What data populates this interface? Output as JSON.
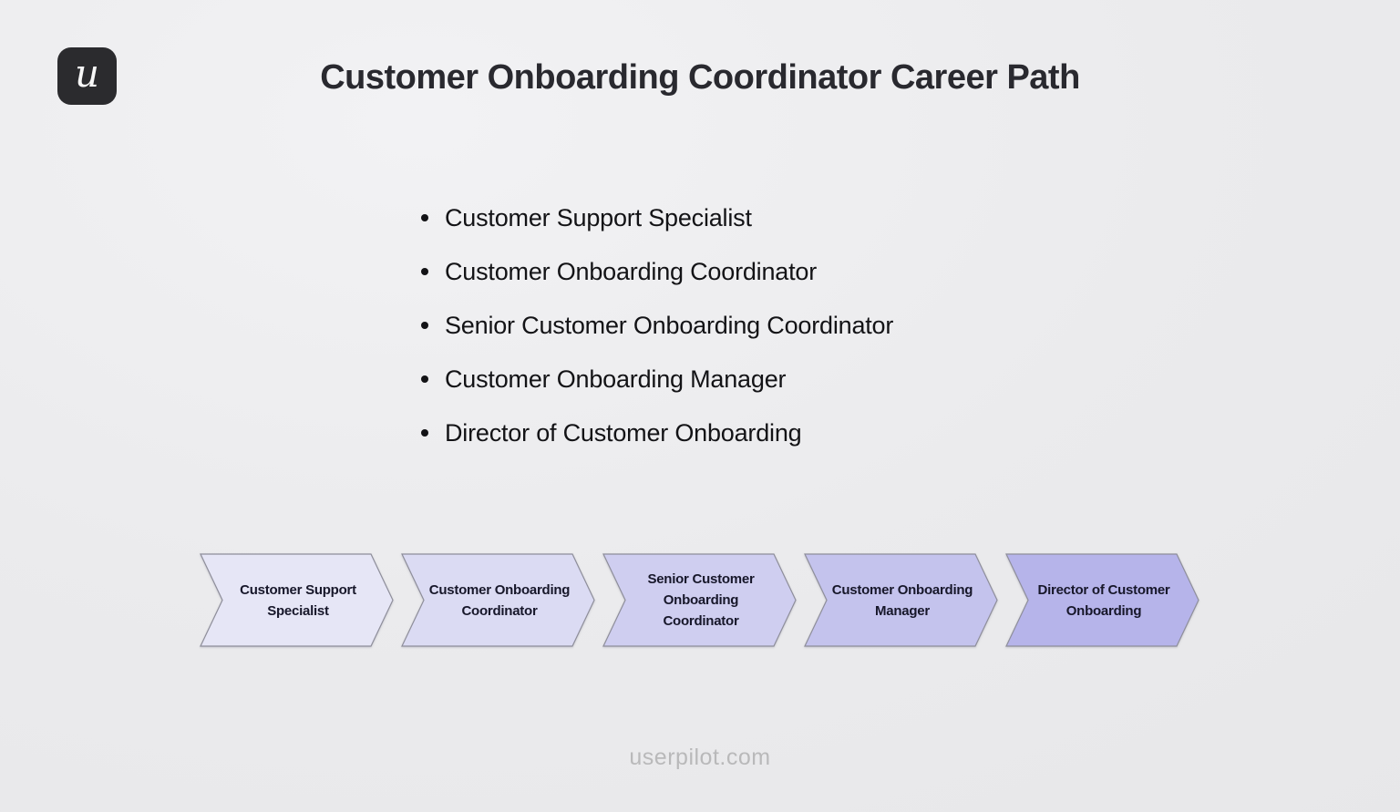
{
  "logo": {
    "letter": "u"
  },
  "header": {
    "title": "Customer Onboarding Coordinator Career Path"
  },
  "career_list": {
    "items": [
      "Customer Support Specialist",
      "Customer Onboarding Coordinator",
      "Senior Customer Onboarding Coordinator",
      "Customer Onboarding Manager",
      "Director of Customer Onboarding"
    ]
  },
  "chevron_flow": {
    "steps": [
      {
        "label": "Customer Support\nSpecialist",
        "color": "#e6e6f6"
      },
      {
        "label": "Customer Onboarding\nCoordinator",
        "color": "#dbdbf3"
      },
      {
        "label": "Senior Customer\nOnboarding\nCoordinator",
        "color": "#cfcef0"
      },
      {
        "label": "Customer Onboarding\nManager",
        "color": "#c4c3ed"
      },
      {
        "label": "Director of Customer\nOnboarding",
        "color": "#b6b4ea"
      }
    ],
    "border_color": "#8e8e9a"
  },
  "footer": {
    "text": "userpilot.com"
  }
}
